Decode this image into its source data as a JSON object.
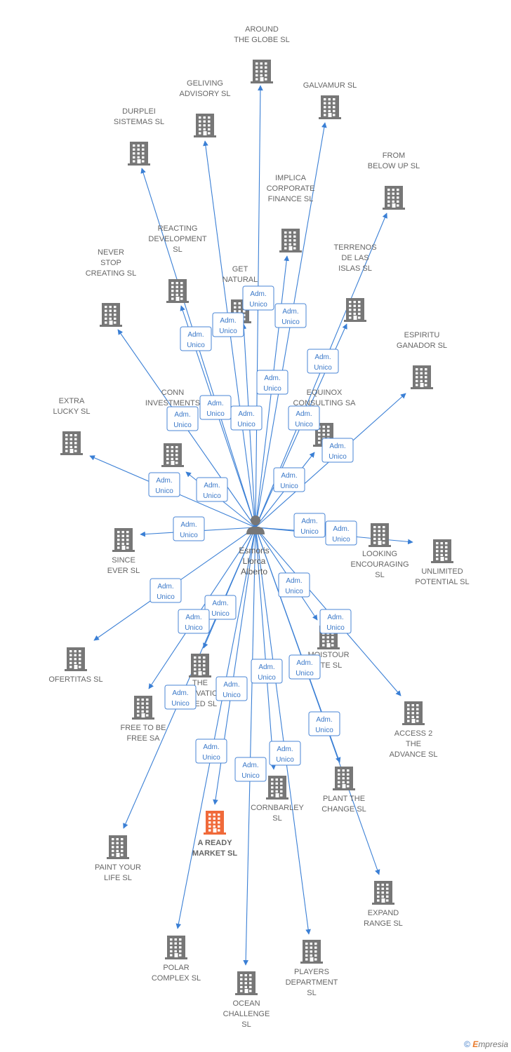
{
  "colors": {
    "edge": "#3a7fd5",
    "node": "#777777",
    "highlight": "#f06a3a",
    "label": "#666666"
  },
  "center": {
    "icon": "person-icon",
    "label": "Esmoris\nLlorca\nAlberto"
  },
  "edge_label": "Adm.\nUnico",
  "nodes": [
    {
      "id": "around-the-globe",
      "label": "AROUND\nTHE GLOBE  SL"
    },
    {
      "id": "galvamur",
      "label": "GALVAMUR  SL"
    },
    {
      "id": "geliving-advisory",
      "label": "GELIVING\nADVISORY  SL"
    },
    {
      "id": "durplei-sistemas",
      "label": "DURPLEI\nSISTEMAS  SL"
    },
    {
      "id": "from-below-up",
      "label": "FROM\nBELOW UP  SL"
    },
    {
      "id": "implica-corporate-finance",
      "label": "IMPLICA\nCORPORATE\nFINANCE  SL"
    },
    {
      "id": "reacting-development",
      "label": "REACTING\nDEVELOPMENT\nSL"
    },
    {
      "id": "never-stop-creating",
      "label": "NEVER\nSTOP\nCREATING  SL"
    },
    {
      "id": "get-natural",
      "label": "GET\nNATURAL"
    },
    {
      "id": "terrenos-de-las-islas",
      "label": "TERRENOS\nDE LAS\nISLAS  SL"
    },
    {
      "id": "espiritu-ganador",
      "label": "ESPIRITU\nGANADOR SL"
    },
    {
      "id": "extra-lucky",
      "label": "EXTRA\nLUCKY  SL"
    },
    {
      "id": "conn-investments",
      "label": "CONN\nINVESTMENTS\nSL"
    },
    {
      "id": "equinox-consulting",
      "label": "EQUINOX\nCONSULTING SA"
    },
    {
      "id": "since-ever",
      "label": "SINCE\nEVER  SL"
    },
    {
      "id": "looking-encouraging",
      "label": "LOOKING\nENCOURAGING\nSL"
    },
    {
      "id": "unlimited-potential",
      "label": "UNLIMITED\nPOTENTIAL  SL"
    },
    {
      "id": "ofertitas",
      "label": "OFERTITAS  SL"
    },
    {
      "id": "the-innovation-lived",
      "label": "THE\nINNOVATION\nLIVED  SL"
    },
    {
      "id": "moistour-ute",
      "label": "MOISTOUR\nUTE  SL"
    },
    {
      "id": "free-to-be-free",
      "label": "FREE TO BE\nFREE SA"
    },
    {
      "id": "access-2-the-advance",
      "label": "ACCESS 2\nTHE\nADVANCE  SL"
    },
    {
      "id": "a-ready-market",
      "label": "A READY\nMARKET  SL"
    },
    {
      "id": "cornbarley",
      "label": "CORNBARLEY\nSL"
    },
    {
      "id": "plant-the-change",
      "label": "PLANT THE\nCHANGE  SL"
    },
    {
      "id": "paint-your-life",
      "label": "PAINT YOUR\nLIFE  SL"
    },
    {
      "id": "expand-range",
      "label": "EXPAND\nRANGE  SL"
    },
    {
      "id": "polar-complex",
      "label": "POLAR\nCOMPLEX  SL"
    },
    {
      "id": "ocean-challenge",
      "label": "OCEAN\nCHALLENGE\nSL"
    },
    {
      "id": "players-department",
      "label": "PLAYERS\nDEPARTMENT\nSL"
    }
  ],
  "footer": {
    "copyright": "©",
    "brand_first": "E",
    "brand_rest": "mpresia"
  }
}
